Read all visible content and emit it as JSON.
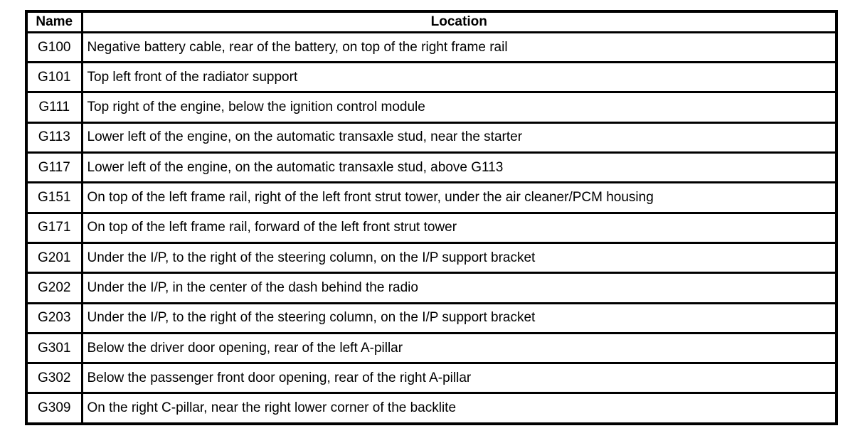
{
  "table": {
    "columns": {
      "name": "Name",
      "location": "Location"
    },
    "rows": [
      {
        "name": "G100",
        "location": "Negative battery cable, rear of the battery, on top of the right frame rail"
      },
      {
        "name": "G101",
        "location": "Top left front of the radiator support"
      },
      {
        "name": "G111",
        "location": "Top right of the engine, below the ignition control module"
      },
      {
        "name": "G113",
        "location": "Lower left of the engine, on the automatic transaxle stud, near the starter"
      },
      {
        "name": "G117",
        "location": "Lower left of the engine, on the automatic transaxle stud, above G113"
      },
      {
        "name": "G151",
        "location": "On top of the left frame rail, right of the left front strut tower, under the air cleaner/PCM housing"
      },
      {
        "name": "G171",
        "location": "On top of the left frame rail, forward of the left front strut tower"
      },
      {
        "name": "G201",
        "location": "Under the I/P, to the right of the steering column, on the I/P support bracket"
      },
      {
        "name": "G202",
        "location": "Under the I/P, in the center of the dash behind the radio"
      },
      {
        "name": "G203",
        "location": "Under the I/P, to the right of the steering column, on the I/P support bracket"
      },
      {
        "name": "G301",
        "location": "Below the driver door opening, rear of the left A-pillar"
      },
      {
        "name": "G302",
        "location": "Below the passenger front door opening, rear of the right A-pillar"
      },
      {
        "name": "G309",
        "location": "On the right C-pillar, near the right lower corner of the backlite"
      }
    ],
    "colors": {
      "border": "#000000",
      "text": "#000000",
      "background": "#ffffff"
    }
  }
}
